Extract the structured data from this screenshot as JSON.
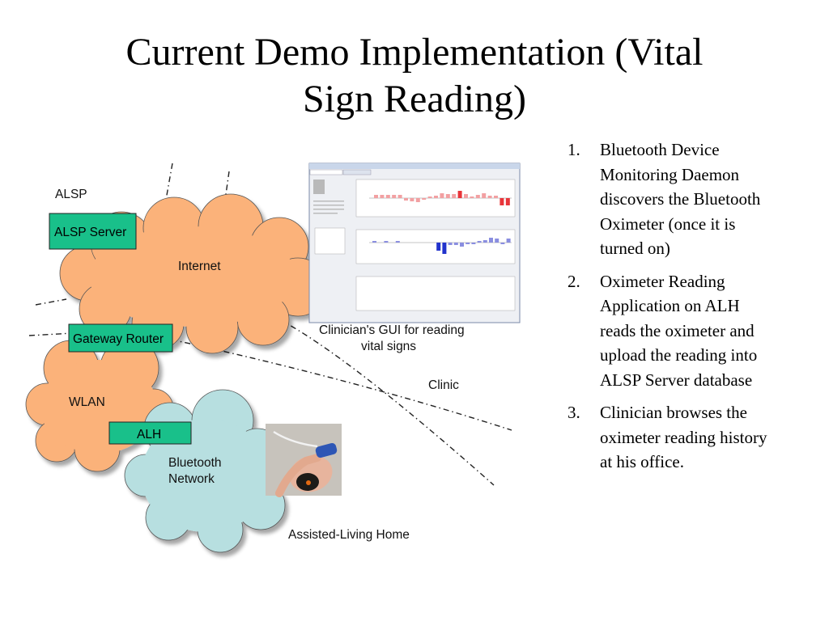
{
  "slide": {
    "title_line1": "Current Demo Implementation (Vital",
    "title_line2": "Sign Reading)"
  },
  "steps": [
    {
      "num": "1.",
      "lines": [
        "Bluetooth Device",
        "Monitoring Daemon",
        "discovers the Bluetooth",
        "Oximeter (once it is",
        "turned on)"
      ]
    },
    {
      "num": "2.",
      "lines": [
        "Oximeter Reading",
        "Application on ALH",
        "reads the oximeter and",
        "upload the reading into",
        "ALSP Server database"
      ]
    },
    {
      "num": "3.",
      "lines": [
        "Clinician browses the",
        "oximeter reading history",
        "at his office."
      ]
    }
  ],
  "diagram": {
    "zone_alsp": "ALSP",
    "zone_clinic": "Clinic",
    "zone_home": "Assisted-Living Home",
    "cloud_internet": "Internet",
    "cloud_wlan": "WLAN",
    "cloud_bluetooth_line1": "Bluetooth",
    "cloud_bluetooth_line2": "Network",
    "box_alsp_server": "ALSP Server",
    "box_gateway_router": "Gateway Router",
    "box_alh": "ALH",
    "caption_gui_line1": "Clinician's GUI for reading",
    "caption_gui_line2": "vital signs",
    "colors": {
      "internet_cloud": "#fbb27a",
      "wlan_cloud": "#fbb27a",
      "bluetooth_cloud": "#b7dfe0",
      "box_fill": "#19c08a"
    }
  }
}
